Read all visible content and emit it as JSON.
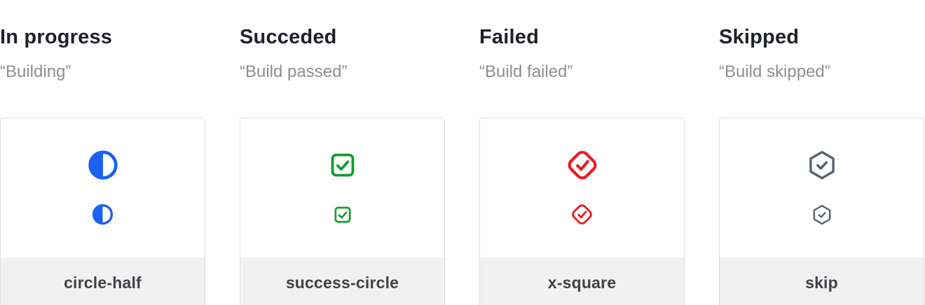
{
  "columns": [
    {
      "title": "In progress",
      "subtitle": "“Building”",
      "label": "circle-half",
      "icon": "circle-half-icon",
      "color": "#1b62f2"
    },
    {
      "title": "Succeded",
      "subtitle": "“Build passed”",
      "label": "success-circle",
      "icon": "success-circle-icon",
      "color": "#149b31"
    },
    {
      "title": "Failed",
      "subtitle": "“Build failed”",
      "label": "x-square",
      "icon": "x-square-icon",
      "color": "#eb1c23"
    },
    {
      "title": "Skipped",
      "subtitle": "“Build skipped”",
      "label": "skip",
      "icon": "skip-icon",
      "color": "#5a6170"
    }
  ]
}
